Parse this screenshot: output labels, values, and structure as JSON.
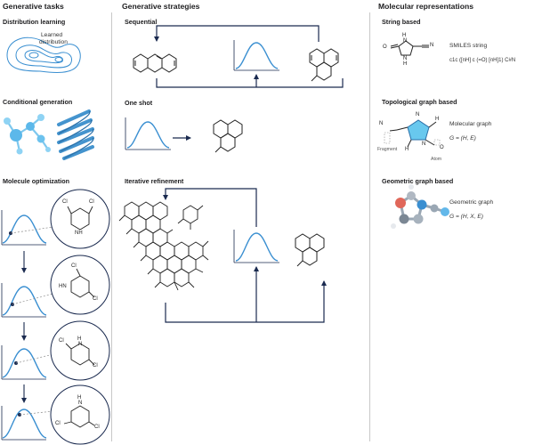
{
  "columns": {
    "generative_tasks": "Generative tasks",
    "generative_strategies": "Generative strategies",
    "molecular_representations": "Molecular representations"
  },
  "tasks": {
    "distribution_learning": "Distribution learning",
    "learned_distribution_line1": "Learned",
    "learned_distribution_line2": "distribution",
    "conditional_generation": "Conditional generation",
    "molecule_optimization": "Molecule optimization"
  },
  "strategies": {
    "sequential": "Sequential",
    "one_shot": "One shot",
    "iterative_refinement": "Iterative refinement"
  },
  "representations": {
    "string_based": "String based",
    "smiles_label": "SMILES string",
    "smiles_value": "c1c ([nH] c (=O) [nH]1) C#N",
    "topological": "Topological graph based",
    "molecular_graph_label": "Molecular graph",
    "molecular_graph_formula": "G = (H, E)",
    "fragment_label": "Fragment",
    "atom_label": "Atom",
    "geometric": "Geometric graph based",
    "geometric_graph_label": "Geometric graph",
    "geometric_graph_formula": "G = (H, X, E)"
  },
  "atoms": {
    "cl": "Cl",
    "nh": "NH",
    "h": "H",
    "n": "N",
    "hn": "HN",
    "o": "O"
  },
  "colors": {
    "accent": "#3a8fd1",
    "navy": "#1a2a4f",
    "light_blue": "#7ec8ee"
  }
}
